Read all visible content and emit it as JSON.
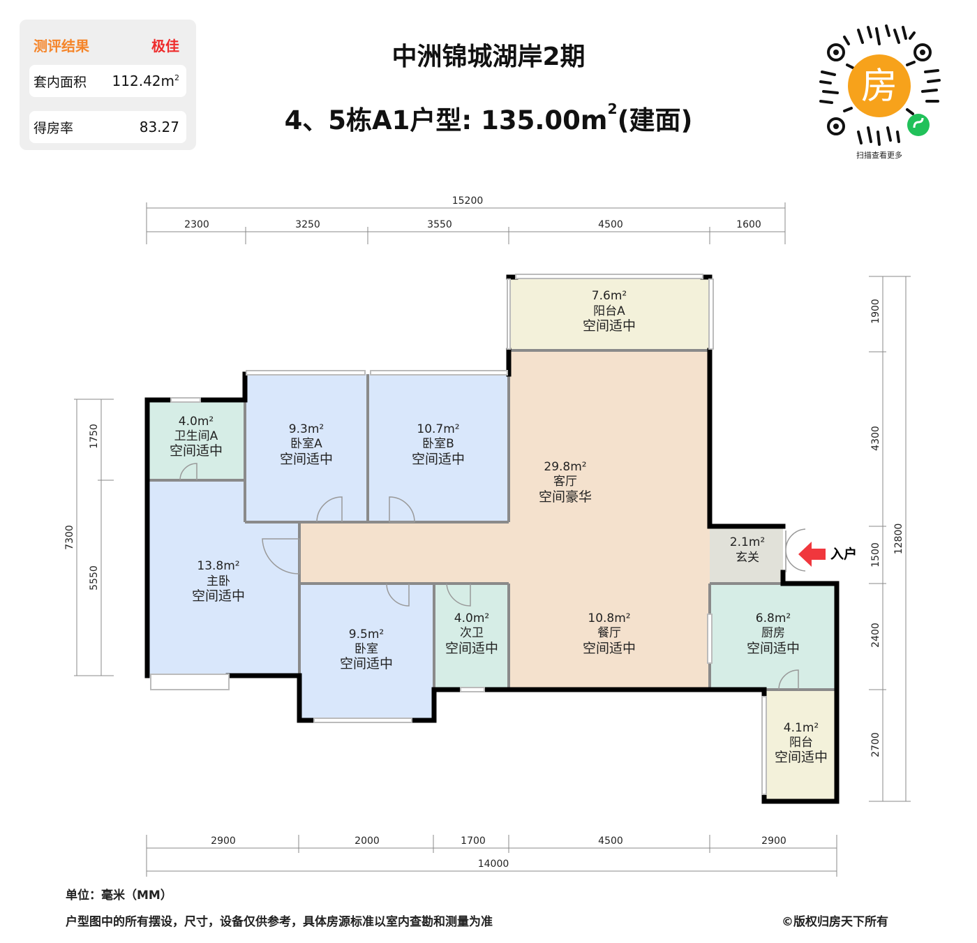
{
  "summary_card": {
    "result_label": "测评结果",
    "result_value": "极佳",
    "inner_area_label": "套内面积",
    "inner_area_value": "112.42m",
    "inner_area_sup": "2",
    "efficiency_label": "得房率",
    "efficiency_value": "83.27"
  },
  "header": {
    "project_name": "中洲锦城湖岸2期",
    "unit_title": "4、5栋A1户型: 135.00m",
    "unit_title_sup": "2",
    "unit_title_suffix": "(建面)"
  },
  "qr": {
    "center_char": "房",
    "caption": "扫描查看更多",
    "colors": {
      "center": "#f7a21b",
      "badge": "#21c15a"
    }
  },
  "colors": {
    "bedroom": "#d9e7fb",
    "bathroom": "#d6ede6",
    "living": "#f4e1cd",
    "balcony": "#f3f1da",
    "entry": "#e1e1d9",
    "wall": "#000000",
    "arrow": "#f0373d"
  },
  "rooms": [
    {
      "id": "bathroom-a",
      "area": "4.0m²",
      "name": "卫生间A",
      "rating": "空间适中"
    },
    {
      "id": "bedroom-a",
      "area": "9.3m²",
      "name": "卧室A",
      "rating": "空间适中"
    },
    {
      "id": "bedroom-b",
      "area": "10.7m²",
      "name": "卧室B",
      "rating": "空间适中"
    },
    {
      "id": "balcony-a",
      "area": "7.6m²",
      "name": "阳台A",
      "rating": "空间适中"
    },
    {
      "id": "living-room",
      "area": "29.8m²",
      "name": "客厅",
      "rating": "空间豪华"
    },
    {
      "id": "master-bedroom",
      "area": "13.8m²",
      "name": "主卧",
      "rating": "空间适中"
    },
    {
      "id": "bedroom",
      "area": "9.5m²",
      "name": "卧室",
      "rating": "空间适中"
    },
    {
      "id": "second-bathroom",
      "area": "4.0m²",
      "name": "次卫",
      "rating": "空间适中"
    },
    {
      "id": "dining-room",
      "area": "10.8m²",
      "name": "餐厅",
      "rating": "空间适中"
    },
    {
      "id": "foyer",
      "area": "2.1m²",
      "name": "玄关",
      "rating": ""
    },
    {
      "id": "kitchen",
      "area": "6.8m²",
      "name": "厨房",
      "rating": "空间适中"
    },
    {
      "id": "balcony",
      "area": "4.1m²",
      "name": "阳台",
      "rating": "空间适中"
    }
  ],
  "entrance_label": "入户",
  "dimensions": {
    "top_total": "15200",
    "top": [
      "2300",
      "3250",
      "3550",
      "4500",
      "1600"
    ],
    "bottom": [
      "2900",
      "2000",
      "1700",
      "4500",
      "2900"
    ],
    "bottom_total": "14000",
    "left_total": "7300",
    "left": [
      "1750",
      "5550"
    ],
    "right": [
      "1900",
      "4300",
      "1500",
      "2400",
      "2700"
    ],
    "right_total": "12800"
  },
  "footer": {
    "unit": "单位：毫米（MM）",
    "disclaimer": "户型图中的所有摆设，尺寸，设备仅供参考，具体房源标准以室内查勘和测量为准",
    "copyright": "©版权归房天下所有"
  }
}
